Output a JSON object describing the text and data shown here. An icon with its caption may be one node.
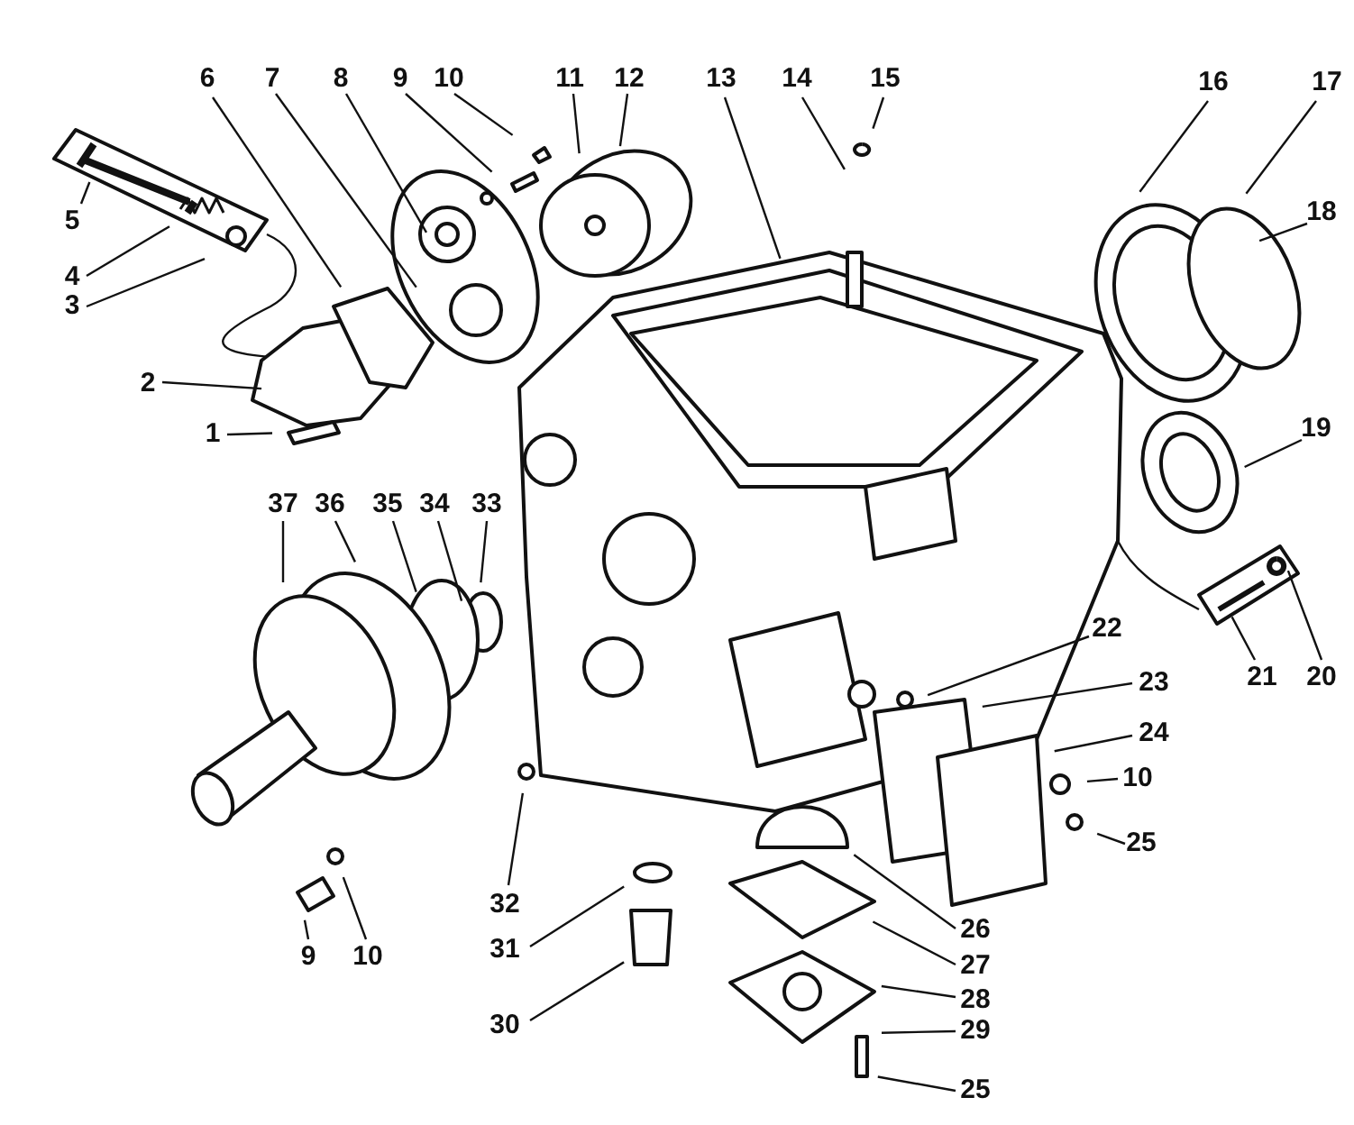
{
  "diagram": {
    "nodes": [
      {
        "text": [
          "1"
        ]
      },
      {
        "text": [
          "2"
        ]
      },
      {
        "text": [
          "3"
        ]
      },
      {
        "text": [
          "4"
        ]
      },
      {
        "text": [
          "5"
        ]
      },
      {
        "text": [
          "6"
        ]
      },
      {
        "text": [
          "7"
        ]
      },
      {
        "text": [
          "8"
        ]
      },
      {
        "text": [
          "9"
        ]
      },
      {
        "text": [
          "10"
        ]
      },
      {
        "text": [
          "11"
        ]
      },
      {
        "text": [
          "12"
        ]
      },
      {
        "text": [
          "13"
        ]
      },
      {
        "text": [
          "14"
        ]
      },
      {
        "text": [
          "15"
        ]
      },
      {
        "text": [
          "16"
        ]
      },
      {
        "text": [
          "17"
        ]
      },
      {
        "text": [
          "18"
        ]
      },
      {
        "text": [
          "19"
        ]
      },
      {
        "text": [
          "20"
        ]
      },
      {
        "text": [
          "21"
        ]
      },
      {
        "text": [
          "22"
        ]
      },
      {
        "text": [
          "23"
        ]
      },
      {
        "text": [
          "24"
        ]
      },
      {
        "text": [
          "10"
        ]
      },
      {
        "text": [
          "25"
        ]
      },
      {
        "text": [
          "26"
        ]
      },
      {
        "text": [
          "27"
        ]
      },
      {
        "text": [
          "28"
        ]
      },
      {
        "text": [
          "29"
        ]
      },
      {
        "text": [
          "25"
        ]
      },
      {
        "text": [
          "30"
        ]
      },
      {
        "text": [
          "31"
        ]
      },
      {
        "text": [
          "32"
        ]
      },
      {
        "text": [
          "9"
        ]
      },
      {
        "text": [
          "10"
        ]
      },
      {
        "text": [
          "33"
        ]
      },
      {
        "text": [
          "34"
        ]
      },
      {
        "text": [
          "35"
        ]
      },
      {
        "text": [
          "36"
        ]
      },
      {
        "text": [
          "37"
        ]
      }
    ],
    "edges": [
      {
        "from": 0,
        "to": null,
        "arrow": "none"
      },
      {
        "from": 1,
        "to": null,
        "arrow": "none"
      },
      {
        "from": 2,
        "to": null,
        "arrow": "none"
      },
      {
        "from": 3,
        "to": null,
        "arrow": "none"
      },
      {
        "from": 4,
        "to": null,
        "arrow": "none"
      },
      {
        "from": 5,
        "to": null,
        "arrow": "none"
      },
      {
        "from": 6,
        "to": null,
        "arrow": "none"
      },
      {
        "from": 7,
        "to": null,
        "arrow": "none"
      },
      {
        "from": 8,
        "to": null,
        "arrow": "none"
      },
      {
        "from": 9,
        "to": null,
        "arrow": "none"
      },
      {
        "from": 10,
        "to": null,
        "arrow": "none"
      },
      {
        "from": 11,
        "to": null,
        "arrow": "none"
      },
      {
        "from": 12,
        "to": null,
        "arrow": "none"
      },
      {
        "from": 13,
        "to": null,
        "arrow": "none"
      },
      {
        "from": 14,
        "to": null,
        "arrow": "none"
      },
      {
        "from": 15,
        "to": null,
        "arrow": "none"
      },
      {
        "from": 16,
        "to": null,
        "arrow": "none"
      },
      {
        "from": 17,
        "to": null,
        "arrow": "none"
      },
      {
        "from": 18,
        "to": null,
        "arrow": "none"
      },
      {
        "from": 19,
        "to": null,
        "arrow": "none"
      },
      {
        "from": 20,
        "to": null,
        "arrow": "none"
      },
      {
        "from": 21,
        "to": null,
        "arrow": "none"
      },
      {
        "from": 22,
        "to": null,
        "arrow": "none"
      },
      {
        "from": 23,
        "to": null,
        "arrow": "none"
      },
      {
        "from": 24,
        "to": null,
        "arrow": "none"
      },
      {
        "from": 25,
        "to": null,
        "arrow": "none"
      },
      {
        "from": 26,
        "to": null,
        "arrow": "none"
      },
      {
        "from": 27,
        "to": null,
        "arrow": "none"
      },
      {
        "from": 28,
        "to": null,
        "arrow": "none"
      },
      {
        "from": 29,
        "to": null,
        "arrow": "none"
      },
      {
        "from": 30,
        "to": null,
        "arrow": "none"
      },
      {
        "from": 31,
        "to": null,
        "arrow": "none"
      },
      {
        "from": 32,
        "to": null,
        "arrow": "none"
      },
      {
        "from": 33,
        "to": null,
        "arrow": "none"
      },
      {
        "from": 34,
        "to": null,
        "arrow": "none"
      },
      {
        "from": 35,
        "to": null,
        "arrow": "none"
      },
      {
        "from": 36,
        "to": null,
        "arrow": "none"
      },
      {
        "from": 37,
        "to": null,
        "arrow": "none"
      },
      {
        "from": 38,
        "to": null,
        "arrow": "none"
      },
      {
        "from": 39,
        "to": null,
        "arrow": "none"
      },
      {
        "from": 40,
        "to": null,
        "arrow": "none"
      }
    ]
  }
}
